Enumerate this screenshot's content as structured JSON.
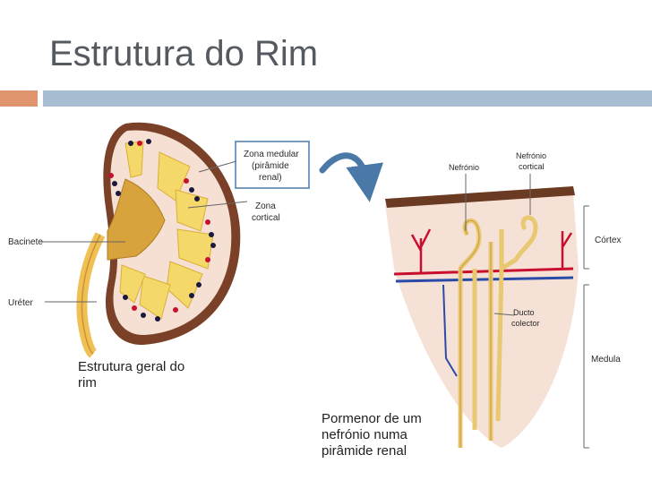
{
  "slide": {
    "title": "Estrutura do Rim",
    "accent_colors": {
      "orange": "#e0956e",
      "blue": "#a7bdd2"
    }
  },
  "kidney_figure": {
    "labels": {
      "medulla_line1": "Zona medular",
      "medulla_line2": "(pirâmide",
      "medulla_line3": "renal)",
      "cortex_line1": "Zona",
      "cortex_line2": "cortical",
      "pelvis": "Bacinete",
      "ureter": "Uréter"
    },
    "caption_line1": "Estrutura geral do",
    "caption_line2": "rim"
  },
  "nephron_figure": {
    "labels": {
      "nephron": "Nefrónio",
      "cortical_nephron_line1": "Nefrónio",
      "cortical_nephron_line2": "cortical",
      "cortex": "Córtex",
      "collecting_duct_line1": "Ducto",
      "collecting_duct_line2": "colector",
      "medulla": "Medula"
    },
    "caption_line1": "Pormenor de um",
    "caption_line2": "nefrónio numa",
    "caption_line3": "pirâmide renal"
  }
}
